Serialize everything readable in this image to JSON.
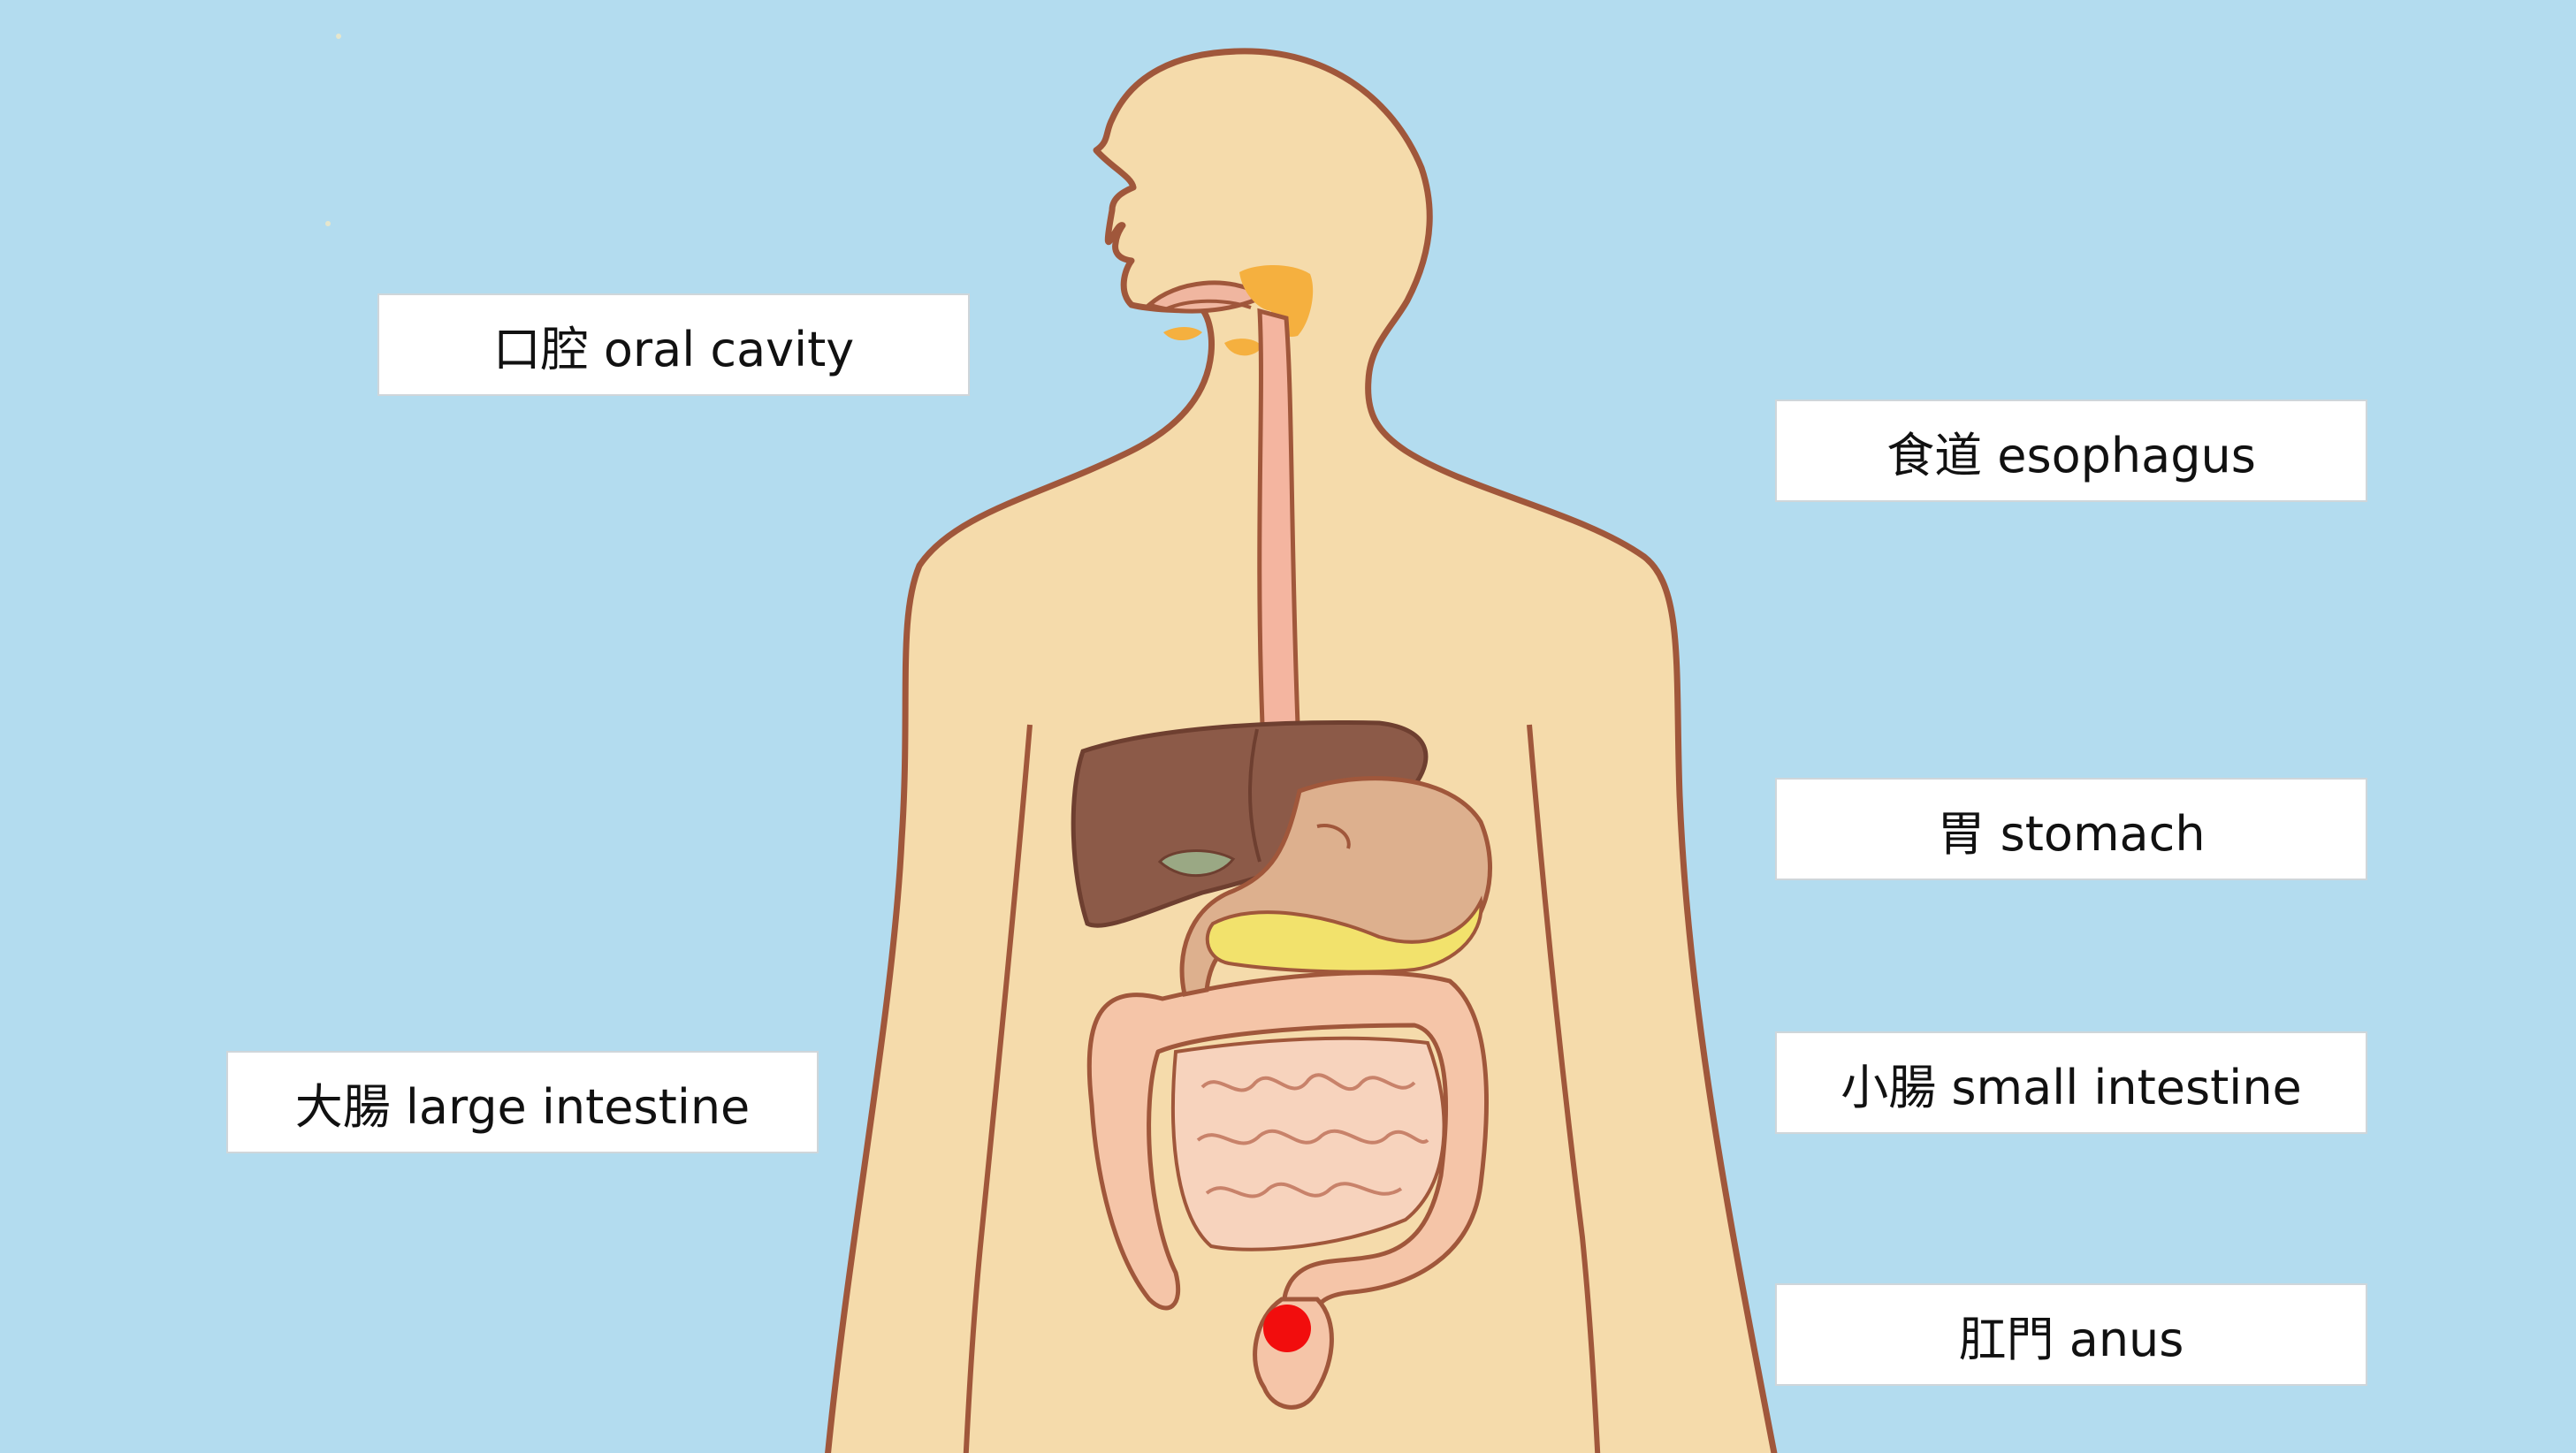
{
  "labels": {
    "oral_cavity": "口腔 oral cavity",
    "esophagus": "食道 esophagus",
    "stomach": "胃 stomach",
    "small_intestine": "小腸 small intestine",
    "anus": "肛門 anus",
    "large_intestine": "大腸 large intestine"
  },
  "colors": {
    "background": "#b3dcef",
    "skin": "#f5dbab",
    "outline": "#a0573b",
    "liver": "#8c5a48",
    "stomach": "#ddb08e",
    "pancreas": "#f2e26c",
    "intestine": "#f5c5a8",
    "gland": "#f5b03f",
    "anus_marker": "#f20d0d"
  },
  "icons": {
    "anus_marker": "red-dot-icon"
  }
}
